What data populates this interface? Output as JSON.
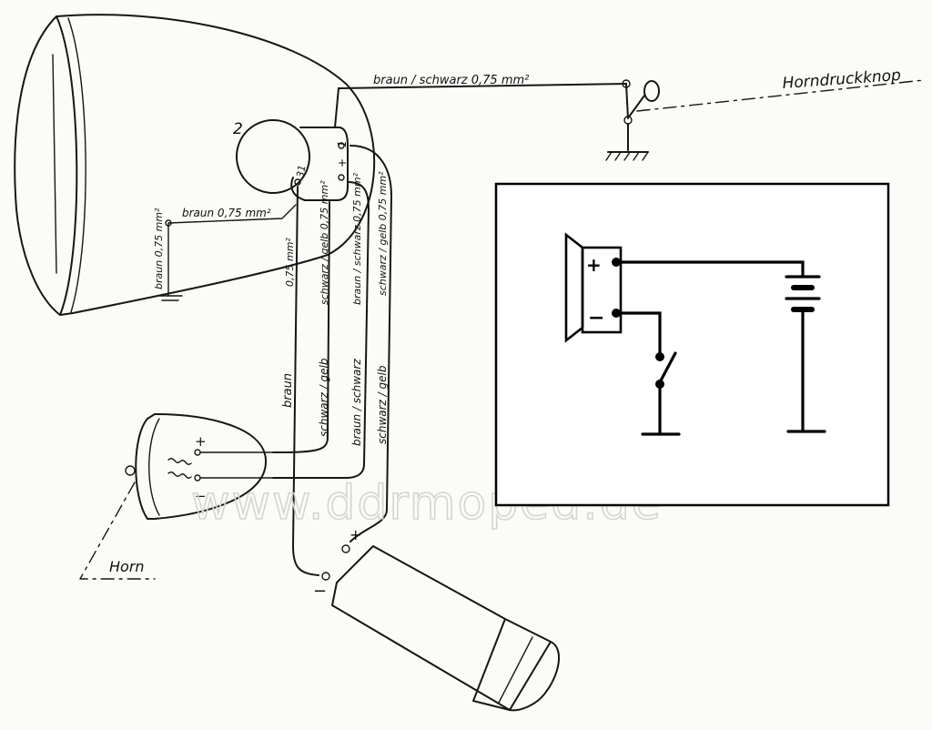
{
  "labels": {
    "top_wire": "braun / schwarz 0,75 mm²",
    "horn_button": "Horndruckknop",
    "inner_brown": "braun 0,75 mm²",
    "ground_brown": "braun 0,75 mm²",
    "terminal_31": "31",
    "terminal_plus": "+",
    "terminal_one": "1",
    "bulb_number": "2",
    "wire_brown_075": "0,75 mm²",
    "wire_sg_075": "schwarz / gelb 0,75 mm²",
    "wire_bs_075": "braun / schwarz 0,75 mm²",
    "wire_sg2_075": "schwarz / gelb 0,75 mm²",
    "wire_braun": "braun",
    "wire_schwarz_gelb": "schwarz / gelb",
    "wire_braun_schwarz": "braun / schwarz",
    "wire_schwarz_gelb_2": "schwarz / gelb",
    "horn_plus": "+",
    "horn_minus": "−",
    "horn_name": "Horn",
    "battery_plus": "+",
    "battery_minus": "−",
    "schematic_plus": "+",
    "schematic_minus": "−"
  },
  "watermark": "www.ddrmoped.de",
  "colors": {
    "ink": "#161616",
    "paper": "#fbfbf8",
    "watermark": "#d4d4d4"
  }
}
